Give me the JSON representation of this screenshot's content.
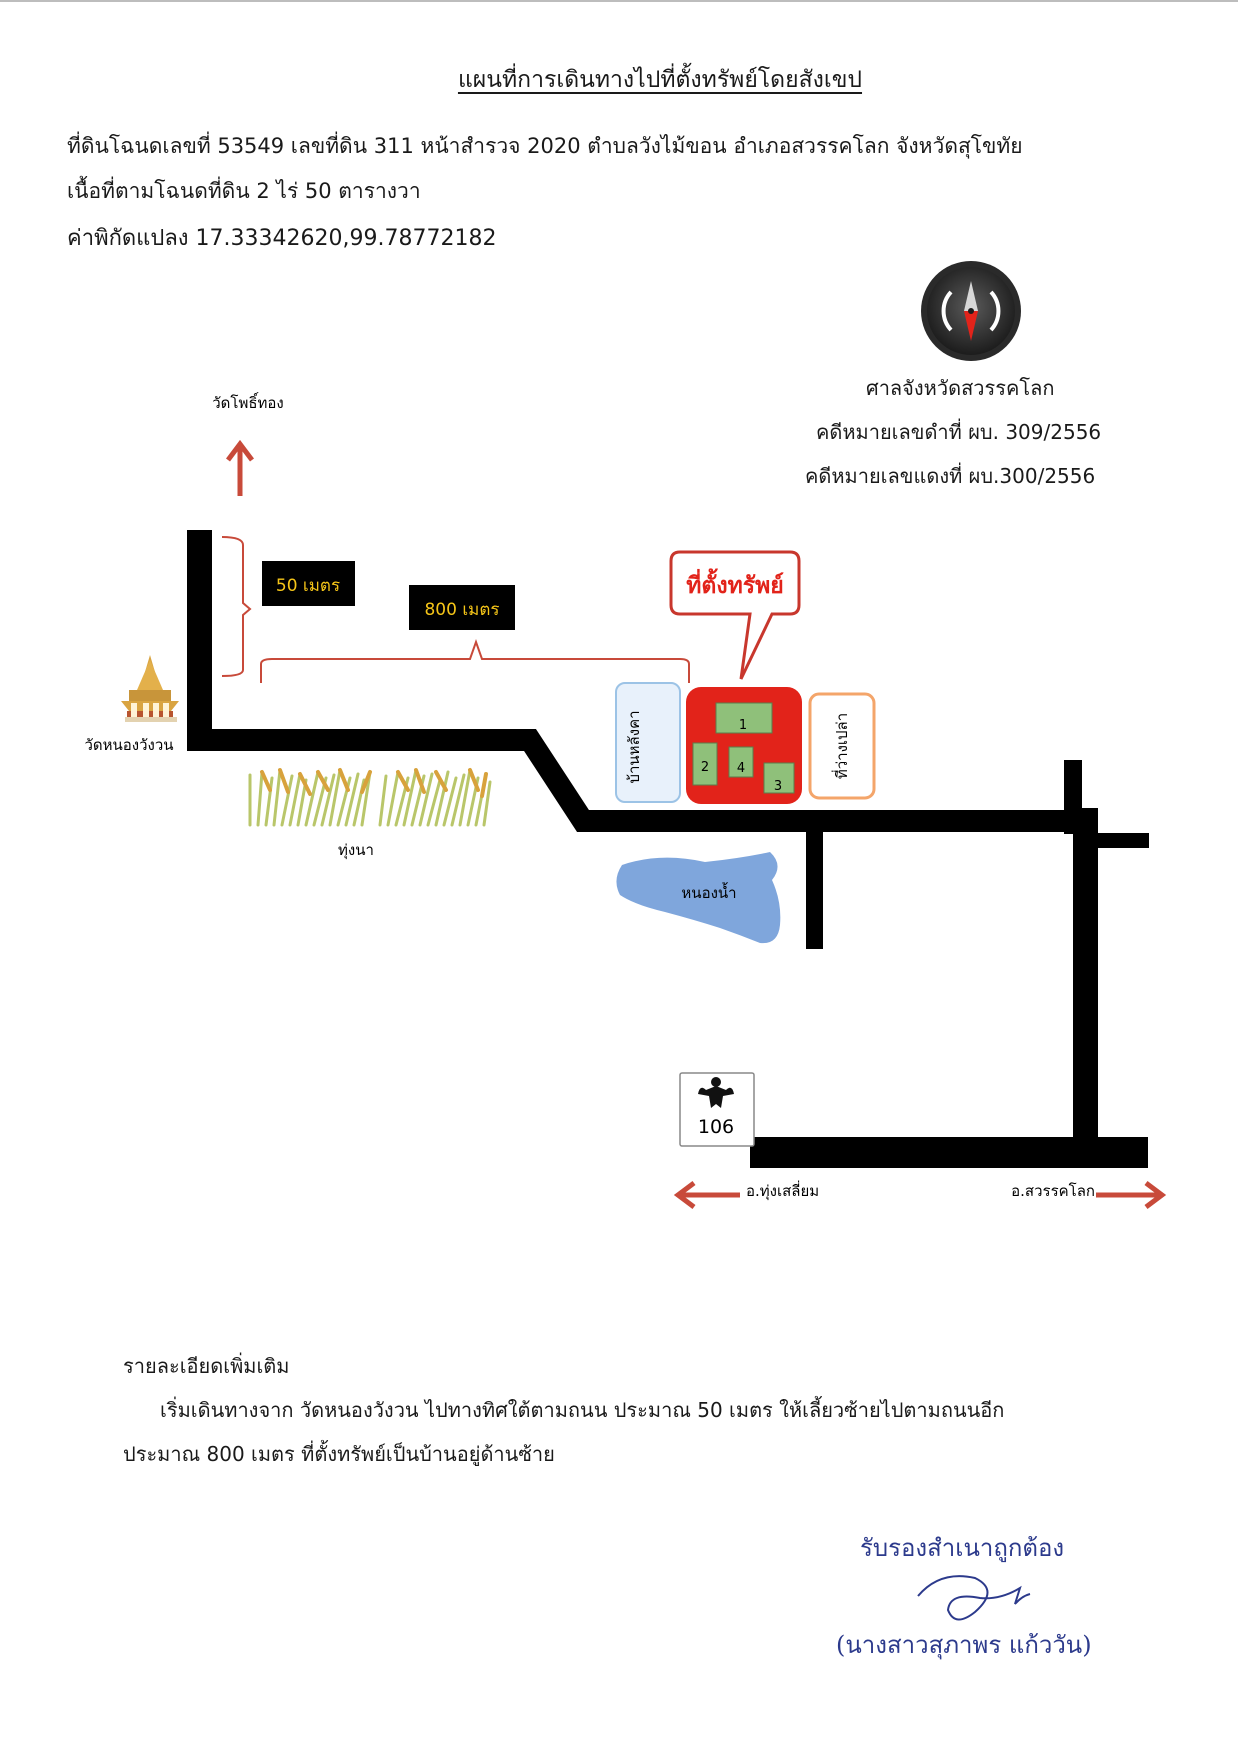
{
  "document": {
    "title": "แผนที่การเดินทางไปที่ตั้งทรัพย์โดยสังเขป",
    "land_line": "ที่ดินโฉนดเลขที่ 53549  เลขที่ดิน 311 หน้าสำรวจ 2020 ตำบลวังไม้ขอน อำเภอสวรรคโลก จังหวัดสุโขทัย",
    "area_line": "เนื้อที่ตามโฉนดที่ดิน 2 ไร่ 50 ตารางวา",
    "coord_line": "ค่าพิกัดแปลง 17.33342620,99.78772182"
  },
  "court": {
    "name": "ศาลจังหวัดสวรรคโลก",
    "black_case": "คดีหมายเลขดำที่ ผบ. 309/2556",
    "red_case": "คดีหมายเลขแดงที่ ผบ.300/2556"
  },
  "map": {
    "north_destination": "วัดโพธิ์ทอง",
    "temple_label": "วัดหนองวังวน",
    "field_label": "ทุ่งนา",
    "pond_label": "หนองน้ำ",
    "distance_short": "50 เมตร",
    "distance_long": "800 เมตร",
    "property_callout": "ที่ตั้งทรัพย์",
    "neighbor_left": "บ้านหลังคา",
    "neighbor_right": "ที่ว่างเปล่า",
    "parcels": [
      "1",
      "2",
      "4",
      "3"
    ],
    "highway_number": "106",
    "dest_left": "อ.ทุ่งเสลี่ยม",
    "dest_right": "อ.สวรรคโลก",
    "colors": {
      "road": "#000000",
      "property": "#e2231a",
      "parcel": "#8fc07a",
      "arrow": "#c84a3a",
      "pond": "#7fa6dc",
      "neighbor_left_border": "#9cc3e6",
      "neighbor_right_border": "#f4a56a",
      "label_box": "#000000",
      "label_text": "#f5c518"
    }
  },
  "details": {
    "heading": "รายละเอียดเพิ่มเติม",
    "body": "เริ่มเดินทางจาก วัดหนองวังวน ไปทางทิศใต้ตามถนน ประมาณ 50 เมตร ให้เลี้ยวซ้ายไปตามถนนอีก ประมาณ 800 เมตร ที่ตั้งทรัพย์เป็นบ้านอยู่ด้านซ้าย"
  },
  "certification": {
    "stamp": "รับรองสำเนาถูกต้อง",
    "signer": "(นางสาวสุภาพร  แก้ววัน)"
  }
}
